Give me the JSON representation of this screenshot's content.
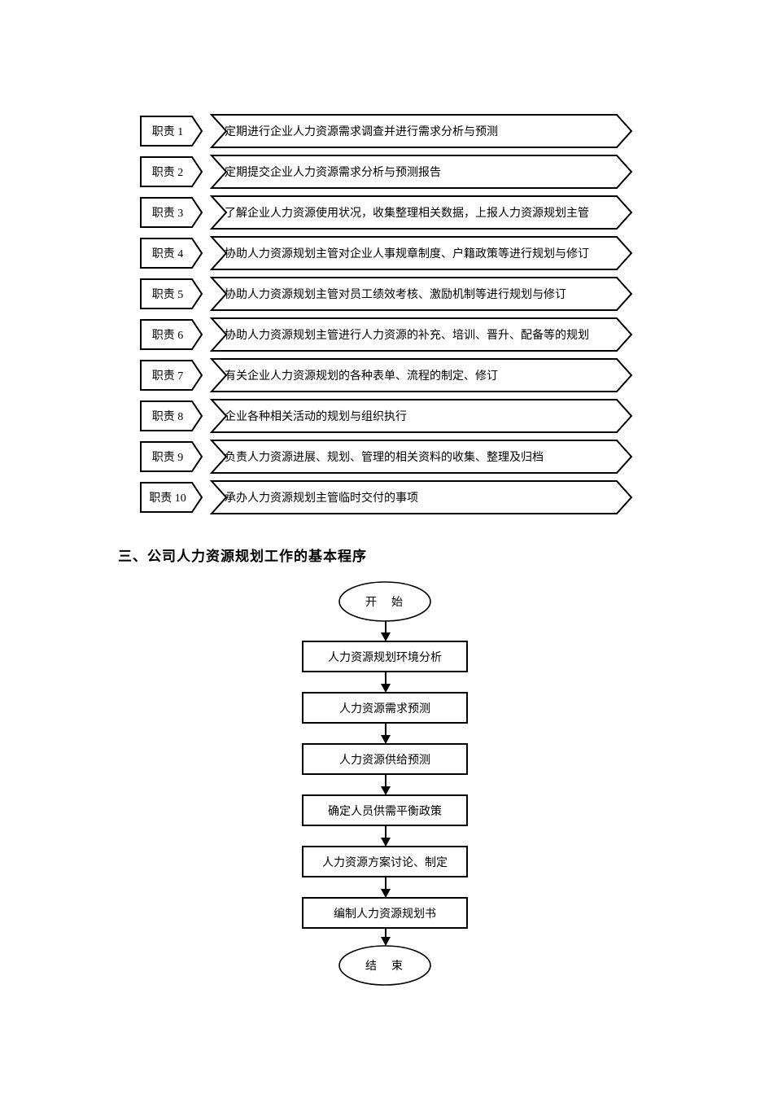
{
  "page": {
    "background": "#ffffff",
    "ink": "#000000"
  },
  "duties": {
    "items": [
      {
        "label": "职责 1",
        "text": "定期进行企业人力资源需求调查并进行需求分析与预测"
      },
      {
        "label": "职责 2",
        "text": "定期提交企业人力资源需求分析与预测报告"
      },
      {
        "label": "职责 3",
        "text": "了解企业人力资源使用状况，收集整理相关数据，上报人力资源规划主管"
      },
      {
        "label": "职责 4",
        "text": "协助人力资源规划主管对企业人事规章制度、户籍政策等进行规划与修订"
      },
      {
        "label": "职责 5",
        "text": "协助人力资源规划主管对员工绩效考核、激励机制等进行规划与修订"
      },
      {
        "label": "职责 6",
        "text": "协助人力资源规划主管进行人力资源的补充、培训、晋升、配备等的规划"
      },
      {
        "label": "职责 7",
        "text": "有关企业人力资源规划的各种表单、流程的制定、修订"
      },
      {
        "label": "职责 8",
        "text": "企业各种相关活动的规划与组织执行"
      },
      {
        "label": "职责 9",
        "text": "负责人力资源进展、规划、管理的相关资料的收集、整理及归档"
      },
      {
        "label": "职责 10",
        "text": "承办人力资源规划主管临时交付的事项"
      }
    ]
  },
  "section": {
    "heading": "三、公司人力资源规划工作的基本程序"
  },
  "flowchart": {
    "start": "开　始",
    "end": "结　束",
    "steps": [
      "人力资源规划环境分析",
      "人力资源需求预测",
      "人力资源供给预测",
      "确定人员供需平衡政策",
      "人力资源方案讨论、制定",
      "编制人力资源规划书"
    ]
  }
}
